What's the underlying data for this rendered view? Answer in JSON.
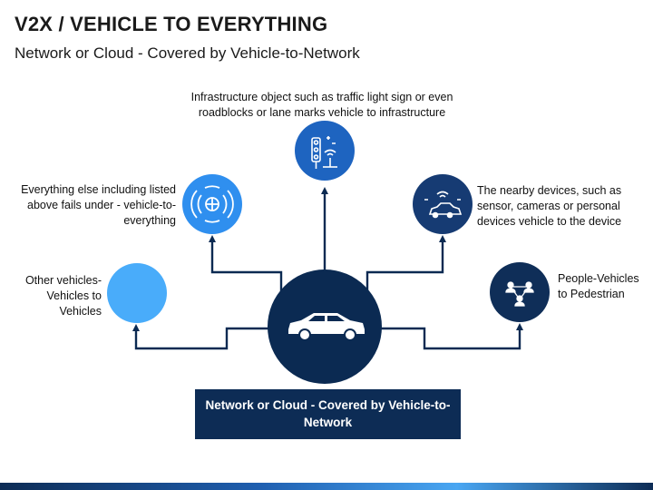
{
  "header": {
    "title": "V2X / VEHICLE TO EVERYTHING",
    "subtitle": "Network or Cloud - Covered by Vehicle-to-Network"
  },
  "nodes": {
    "infrastructure": {
      "text": "Infrastructure object such as traffic light sign or even roadblocks or lane marks vehicle to infrastructure",
      "icon": "traffic-light-icon",
      "color": "#1e64c0"
    },
    "everything_else": {
      "text": "Everything else including listed above fails under - vehicle-to-everything",
      "icon": "signal-globe-icon",
      "color": "#2f8fef"
    },
    "other_vehicles": {
      "text": "Other vehicles-Vehicles to Vehicles",
      "color": "#49acfa"
    },
    "nearby_devices": {
      "text": "The nearby devices, such as sensor, cameras or personal devices vehicle to the device",
      "icon": "connected-car-icon",
      "color": "#163b73"
    },
    "people": {
      "text": "People-Vehicles to Pedestrian",
      "icon": "people-network-icon",
      "color": "#0f2e58"
    }
  },
  "center": {
    "icon": "car-icon",
    "color": "#0b2a52"
  },
  "banner": {
    "text": "Network or Cloud - Covered by Vehicle-to-Network"
  },
  "colors": {
    "arrow": "#0b2a52",
    "background": "#ffffff"
  }
}
